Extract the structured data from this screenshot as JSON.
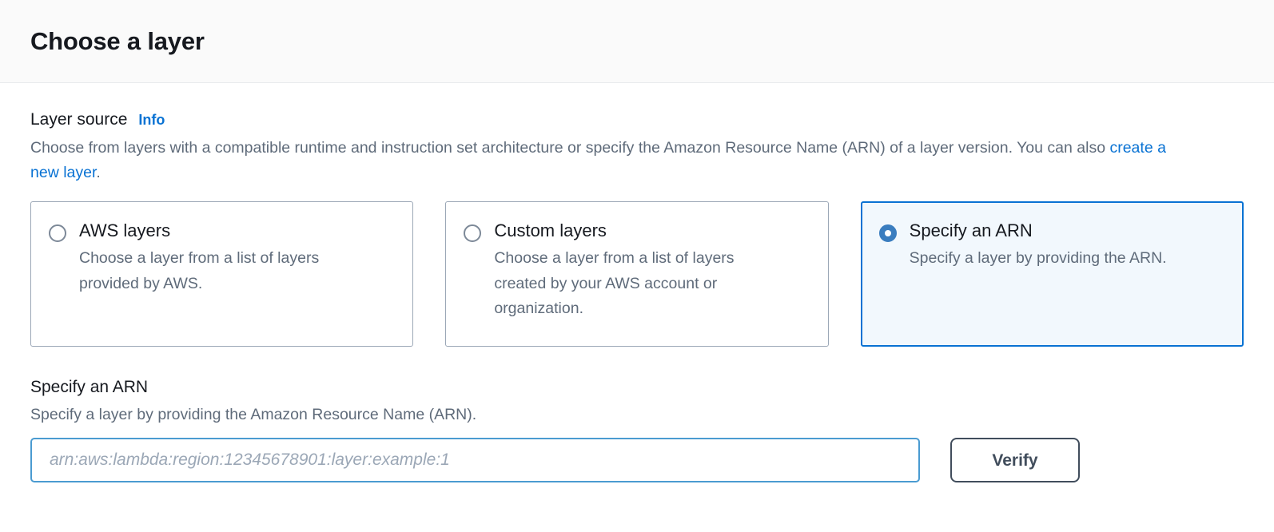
{
  "header": {
    "title": "Choose a layer"
  },
  "layer_source": {
    "label": "Layer source",
    "info_label": "Info",
    "description_part1": "Choose from layers with a compatible runtime and instruction set architecture or specify the Amazon Resource Name (ARN) of a layer version. You can also ",
    "description_link": "create a new layer",
    "description_part2": ".",
    "options": [
      {
        "id": "aws-layers",
        "title": "AWS layers",
        "description": "Choose a layer from a list of layers provided by AWS.",
        "selected": false
      },
      {
        "id": "custom-layers",
        "title": "Custom layers",
        "description": "Choose a layer from a list of layers created by your AWS account or organization.",
        "selected": false
      },
      {
        "id": "specify-an-arn",
        "title": "Specify an ARN",
        "description": "Specify a layer by providing the ARN.",
        "selected": true
      }
    ]
  },
  "arn_section": {
    "label": "Specify an ARN",
    "description": "Specify a layer by providing the Amazon Resource Name (ARN).",
    "input": {
      "value": "",
      "placeholder": "arn:aws:lambda:region:12345678901:layer:example:1"
    },
    "verify_label": "Verify"
  },
  "colors": {
    "accent_blue": "#0972d3",
    "selected_tile_bg": "#f2f8fd",
    "selected_tile_border": "#0972d3",
    "input_focus_border": "#4a9bd1",
    "button_border": "#414d5c",
    "text_primary": "#16191f",
    "text_secondary": "#5f6b7a",
    "header_bg": "#fafafa"
  }
}
